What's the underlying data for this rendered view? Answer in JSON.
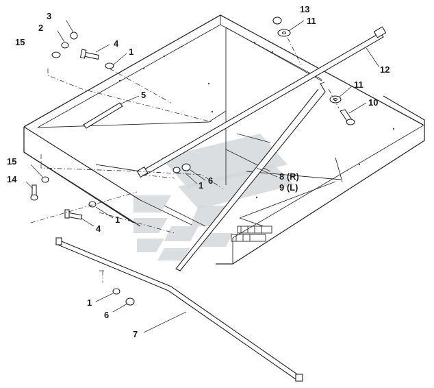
{
  "callouts": [
    {
      "id": "c3",
      "text": "3"
    },
    {
      "id": "c2",
      "text": "2"
    },
    {
      "id": "c15a",
      "text": "15"
    },
    {
      "id": "c4a",
      "text": "4"
    },
    {
      "id": "c1a",
      "text": "1"
    },
    {
      "id": "c5",
      "text": "5"
    },
    {
      "id": "c13",
      "text": "13"
    },
    {
      "id": "c11a",
      "text": "11"
    },
    {
      "id": "c12",
      "text": "12"
    },
    {
      "id": "c11b",
      "text": "11"
    },
    {
      "id": "c10",
      "text": "10"
    },
    {
      "id": "c15b",
      "text": "15"
    },
    {
      "id": "c14",
      "text": "14"
    },
    {
      "id": "c1b",
      "text": "1"
    },
    {
      "id": "c6a",
      "text": "6"
    },
    {
      "id": "c8",
      "text": "8 (R)"
    },
    {
      "id": "c9",
      "text": "9 (L)"
    },
    {
      "id": "c1c",
      "text": "1"
    },
    {
      "id": "c4b",
      "text": "4"
    },
    {
      "id": "c1d",
      "text": "1"
    },
    {
      "id": "c6b",
      "text": "6"
    },
    {
      "id": "c7",
      "text": "7"
    }
  ]
}
